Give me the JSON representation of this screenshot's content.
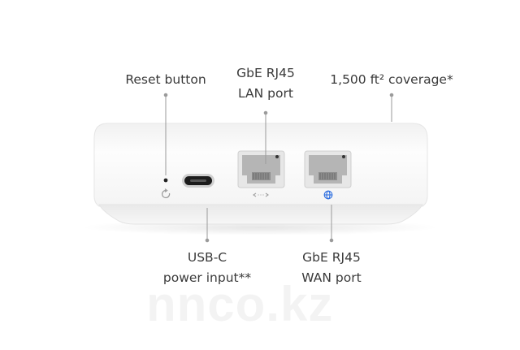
{
  "callouts": {
    "reset": "Reset button",
    "lan_line1": "GbE RJ45",
    "lan_line2": "LAN port",
    "coverage": "1,500 ft² coverage*",
    "usbc_line1": "USB-C",
    "usbc_line2": "power input**",
    "wan_line1": "GbE RJ45",
    "wan_line2": "WAN port"
  },
  "watermark": "nnco.kz",
  "icons": {
    "reset": "reset-circular-arrow-icon",
    "lan": "lan-arrows-icon",
    "wan": "globe-icon"
  },
  "colors": {
    "device_body": "#fafafa",
    "leader_line": "#9a9a9a",
    "globe_accent": "#2f6fe0"
  }
}
